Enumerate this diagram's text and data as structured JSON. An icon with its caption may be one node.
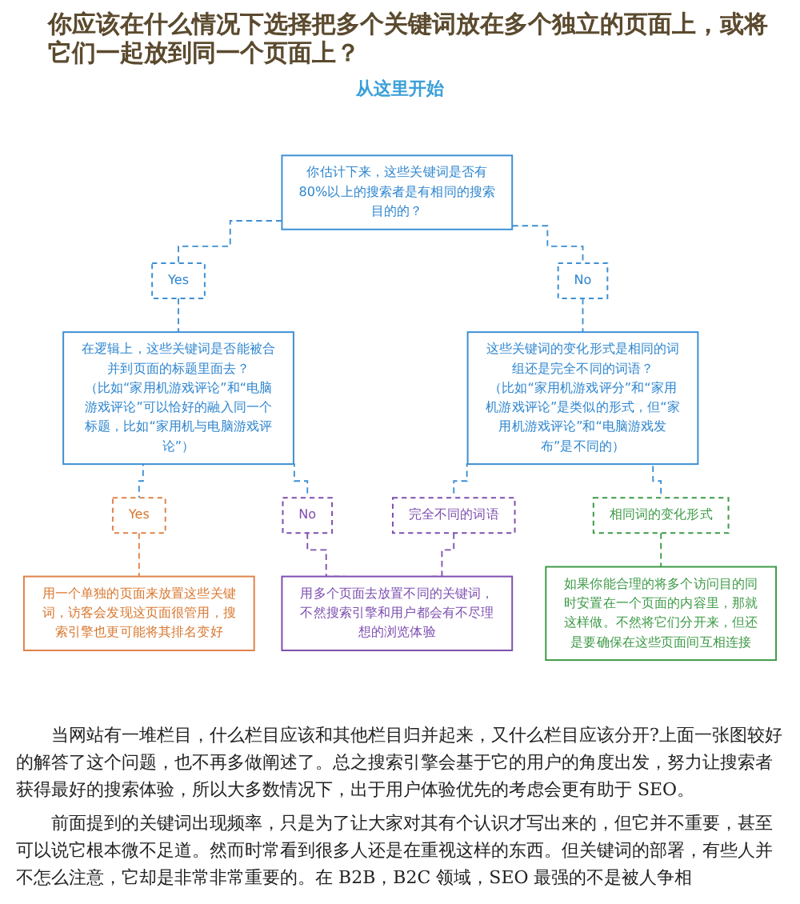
{
  "diagram": {
    "title": "你应该在什么情况下选择把多个关键词放在多个独立的页面上，或将它们一起放到同一个页面上？",
    "nodes": [
      {
        "text": [
          "你估计下来，这些关键词是否有80%以上的搜索者是有相同的搜索目的的？"
        ]
      },
      {
        "text": [
          "Yes"
        ]
      },
      {
        "text": [
          "No"
        ]
      },
      {
        "text": [
          "在逻辑上，这些关键词是否能被合并到页面的标题里面去？",
          "（比如“家用机游戏评论”和“电脑游戏评论”可以恰好的融入同一个标题，比如“家用机与电脑游戏评论”）"
        ]
      },
      {
        "text": [
          "这些关键词的变化形式是相同的词组还是完全不同的词语？",
          "（比如“家用机游戏评分”和“家用机游戏评论”是类似的形式，但“家用机游戏评论”和“电脑游戏发布”是不同的）"
        ]
      },
      {
        "text": [
          "Yes"
        ]
      },
      {
        "text": [
          "No"
        ]
      },
      {
        "text": [
          "完全不同的词语"
        ]
      },
      {
        "text": [
          "相同词的变化形式"
        ]
      },
      {
        "text": [
          "用一个单独的页面来放置这些关键词，访客会发现这页面很管用，搜索引擎也更可能将其排名变好"
        ]
      },
      {
        "text": [
          "用多个页面去放置不同的关键词，不然搜索引擎和用户都会有不尽理想的浏览体验"
        ]
      },
      {
        "text": [
          "如果你能合理的将多个访问目的同时安置在一个页面的内容里，那就这样做。不然将它们分开来，但还是要确保在这些页面间互相连接"
        ]
      }
    ],
    "edges": [
      {
        "from": 0,
        "to": 1,
        "arrow": "none",
        "style": "dashed"
      },
      {
        "from": 0,
        "to": 2,
        "arrow": "none",
        "style": "dashed"
      },
      {
        "from": 1,
        "to": 3,
        "arrow": "none",
        "style": "dashed"
      },
      {
        "from": 2,
        "to": 4,
        "arrow": "none",
        "style": "dashed"
      },
      {
        "from": 3,
        "to": 5,
        "arrow": "none",
        "style": "dashed"
      },
      {
        "from": 3,
        "to": 6,
        "arrow": "none",
        "style": "dashed"
      },
      {
        "from": 4,
        "to": 7,
        "arrow": "none",
        "style": "dashed"
      },
      {
        "from": 4,
        "to": 8,
        "arrow": "none",
        "style": "dashed"
      },
      {
        "from": 5,
        "to": 9,
        "arrow": "none",
        "style": "dashed",
        "color": "#e0834a"
      },
      {
        "from": 6,
        "to": 10,
        "arrow": "none",
        "style": "dashed",
        "color": "#7e4fb0"
      },
      {
        "from": 7,
        "to": 10,
        "arrow": "none",
        "style": "dashed",
        "color": "#7e4fb0"
      },
      {
        "from": 8,
        "to": 11,
        "arrow": "none",
        "style": "dashed",
        "color": "#3d9a46"
      }
    ],
    "labels": [
      "从这里开始",
      "当网站有一堆栏目，什么栏目应该和其他栏目归并起来，又什么栏目应该分开?上面一张图较好的解答了这个问题，也不再多做阐述了。总之搜索引擎会基于它的用户的角度出发，努力让搜索者获得最好的搜索体验，所以大多数情况下，出于用户体验优先的考虑会更有助于 SEO。",
      "前面提到的关键词出现频率，只是为了让大家对其有个认识才写出来的，但它并不重要，甚至可以说它根本微不足道。然而时常看到很多人还是在重视这样的东西。但关键词的部署，有些人并不怎么注意，它却是非常非常重要的。在 B2B，B2C 领域，SEO 最强的不是被人争相"
    ]
  }
}
